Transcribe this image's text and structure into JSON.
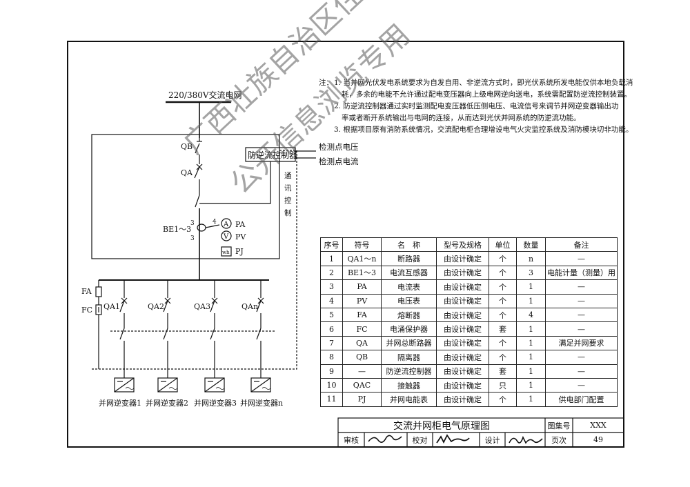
{
  "grid": {
    "label": "220/380V交流电网"
  },
  "labels": {
    "qb": "QB",
    "qa": "QA",
    "be": "BE1～3",
    "pa": "PA",
    "pv": "PV",
    "pj": "PJ",
    "a_sym": "A",
    "v_sym": "V",
    "wh_sym": "wh",
    "ct_3a": "3",
    "ct_3b": "3",
    "ct_4": "4",
    "fa": "FA",
    "fc": "FC",
    "qa1": "QA1",
    "qa2": "QA2",
    "qa3": "QA3",
    "qan": "QAn",
    "controller": "防逆流控制器",
    "detect_v": "检测点电压",
    "detect_i": "检测点电流",
    "comm": [
      "通",
      "讯",
      "控",
      "制"
    ],
    "inverters": [
      "并网逆变器1",
      "并网逆变器2",
      "并网逆变器3",
      "并网逆变器n"
    ]
  },
  "notes": {
    "prefix": "注：",
    "lines": [
      "1. 当并网光伏发电系统要求为自发自用、非逆流方式时，即光伏系统所发电能仅供本地负载消",
      "耗，多余的电能不允许通过配电变压器向上级电网逆向送电，系统需配置防逆流控制装置。",
      "2. 防逆流控制器通过实时监测配电变压器低压侧电压、电流信号来调节并网逆变器输出功",
      "率或者断开系统输出与电网的连接，从而达到光伏并网系统的防逆流功能。",
      "3. 根据项目原有消防系统情况，交流配电柜合理增设电气火灾监控系统及消防模块切非功能。"
    ]
  },
  "table": {
    "headers": [
      "序号",
      "符号",
      "名　称",
      "型号及规格",
      "单位",
      "数量",
      "备注"
    ],
    "rows": [
      [
        "1",
        "QA1～n",
        "断路器",
        "由设计确定",
        "个",
        "n",
        "—"
      ],
      [
        "2",
        "BE1～3",
        "电流互感器",
        "由设计确定",
        "个",
        "3",
        "电能计量（测量）用"
      ],
      [
        "3",
        "PA",
        "电流表",
        "由设计确定",
        "个",
        "1",
        "—"
      ],
      [
        "4",
        "PV",
        "电压表",
        "由设计确定",
        "个",
        "1",
        "—"
      ],
      [
        "5",
        "FA",
        "熔断器",
        "由设计确定",
        "个",
        "4",
        "—"
      ],
      [
        "6",
        "FC",
        "电涌保护器",
        "由设计确定",
        "套",
        "1",
        "—"
      ],
      [
        "7",
        "QA",
        "并网总断路器",
        "由设计确定",
        "个",
        "1",
        "满足并网要求"
      ],
      [
        "8",
        "QB",
        "隔离器",
        "由设计确定",
        "个",
        "1",
        "—"
      ],
      [
        "9",
        "—",
        "防逆流控制器",
        "由设计确定",
        "套",
        "1",
        "—"
      ],
      [
        "10",
        "QAC",
        "接触器",
        "由设计确定",
        "只",
        "1",
        "—"
      ],
      [
        "11",
        "PJ",
        "并网电能表",
        "由设计确定",
        "个",
        "1",
        "供电部门配置"
      ]
    ]
  },
  "title_block": {
    "title": "交流并网柜电气原理图",
    "atlas_label": "图集号",
    "atlas_value": "XXX",
    "review": "审核",
    "check": "校对",
    "design": "设计",
    "page_label": "页次",
    "page_value": "49"
  },
  "watermark": [
    "广西壮族自治区住房和城乡建设厅",
    "公开信息浏览专用"
  ]
}
